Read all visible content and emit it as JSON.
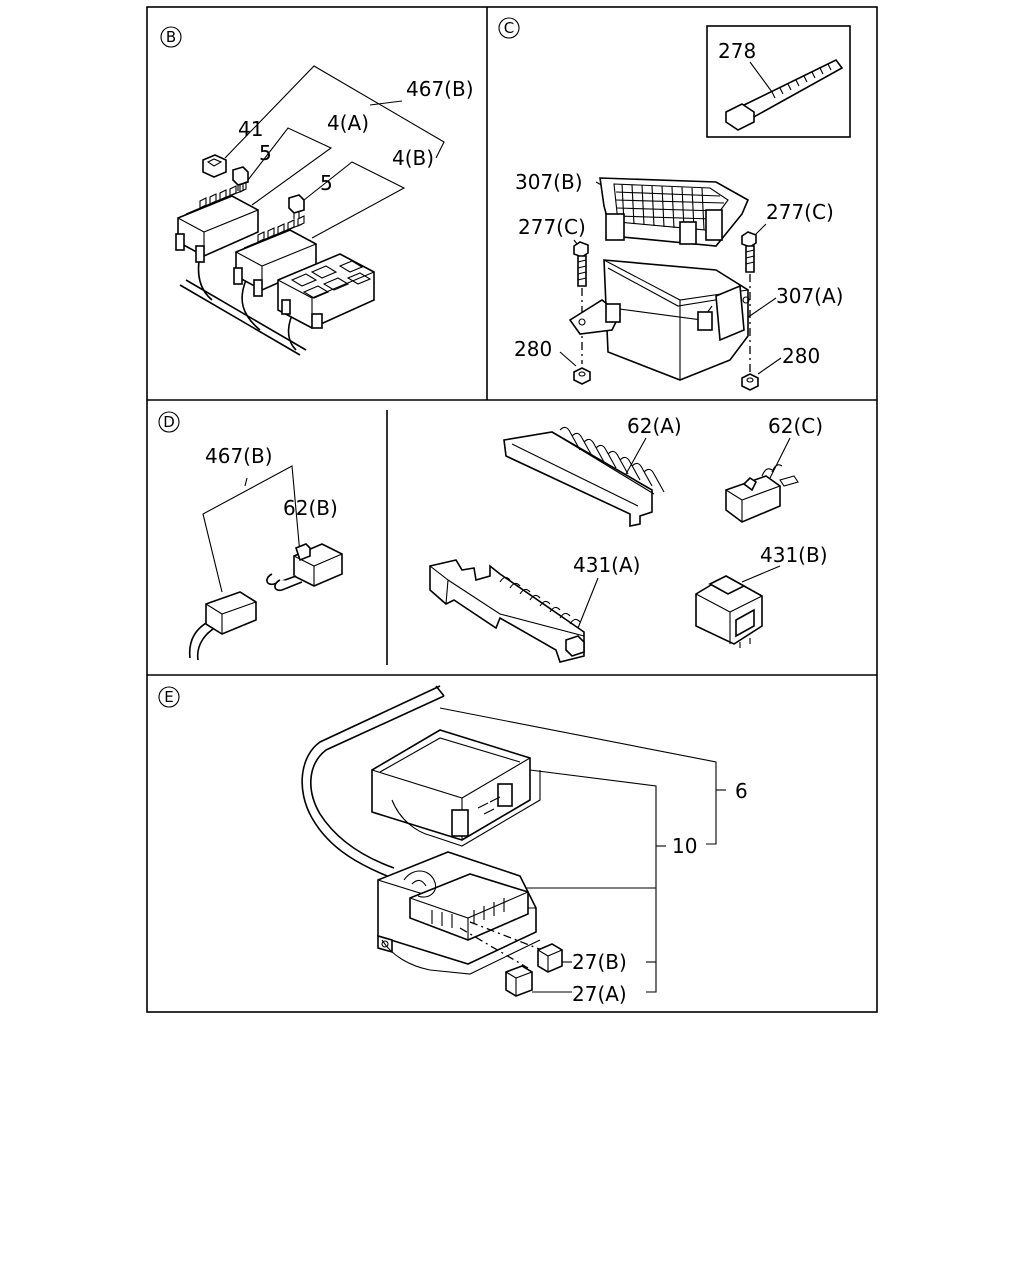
{
  "panels": {
    "b": {
      "marker": "B",
      "labels": {
        "l_467b": "467(B)",
        "l_41": "41",
        "l_4a": "4(A)",
        "l_5a": "5",
        "l_4b": "4(B)",
        "l_5b": "5"
      }
    },
    "c": {
      "marker": "C",
      "labels": {
        "l_278": "278",
        "l_307b": "307(B)",
        "l_277c_left": "277(C)",
        "l_277c_right": "277(C)",
        "l_307a": "307(A)",
        "l_280_left": "280",
        "l_280_right": "280"
      }
    },
    "d": {
      "marker": "D",
      "labels": {
        "l_467b": "467(B)",
        "l_62b": "62(B)",
        "l_62a": "62(A)",
        "l_62c": "62(C)",
        "l_431a": "431(A)",
        "l_431b": "431(B)"
      }
    },
    "e": {
      "marker": "E",
      "labels": {
        "l_6": "6",
        "l_10": "10",
        "l_27b": "27(B)",
        "l_27a": "27(A)"
      }
    }
  }
}
